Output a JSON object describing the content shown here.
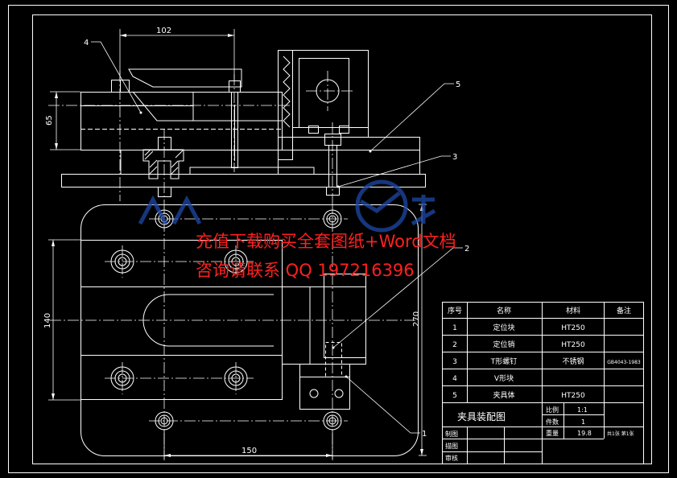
{
  "colors": {
    "background": "#000000",
    "line": "#ffffff",
    "center_line": "#ffffff",
    "hidden_line": "#ffffff",
    "watermark": "#ff2020",
    "logo": "#1e4aa8"
  },
  "dimensions": {
    "d102": "102",
    "d65": "65",
    "d140": "140",
    "d270": "270",
    "d150": "150"
  },
  "balloons": {
    "b1": "1",
    "b2": "2",
    "b3": "3",
    "b4": "4",
    "b5": "5"
  },
  "watermark": {
    "line1": "充值下载购买全套图纸+Word文档",
    "line2": "咨询请联系 QQ 197216396"
  },
  "logo": {
    "text": "人人文库"
  },
  "bom": {
    "headers": [
      "序号",
      "名称",
      "材料",
      "备注"
    ],
    "rows": [
      {
        "no": "1",
        "name": "定位块",
        "material": "HT250",
        "note": ""
      },
      {
        "no": "2",
        "name": "定位销",
        "material": "HT250",
        "note": ""
      },
      {
        "no": "3",
        "name": "T形螺钉",
        "material": "不锈钢",
        "note": "GB4043-1983"
      },
      {
        "no": "4",
        "name": "V形块",
        "material": "",
        "note": ""
      },
      {
        "no": "5",
        "name": "夹具体",
        "material": "HT250",
        "note": ""
      }
    ]
  },
  "title_block": {
    "drawing_title": "夹具装配图",
    "scale_label": "比例",
    "scale_value": "1:1",
    "qty_label": "件数",
    "qty_value": "1",
    "weight_label": "重量",
    "weight_value": "19.8",
    "sheet_info": "共1张 第1张",
    "drawn_by": "制图",
    "designed_by": "描图",
    "checked_by": "审核"
  }
}
